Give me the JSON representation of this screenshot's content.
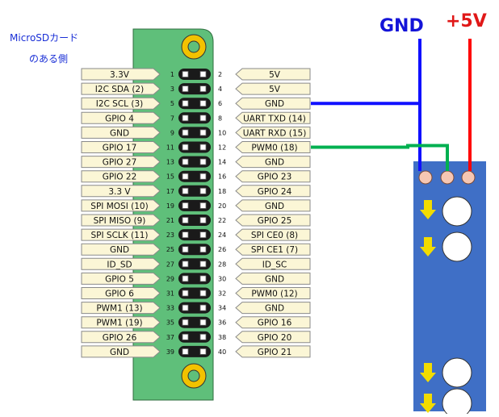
{
  "notes": {
    "sd_line1": "MicroSDカード",
    "sd_line2": "のある側",
    "gnd_label": "GND",
    "v5_label": "+5V"
  },
  "colors": {
    "board": "#5fbf7a",
    "board_edge": "#2f6e3f",
    "label_fill": "#fbf6d6",
    "label_stroke": "#8a8a8a",
    "pin_header": "#1a1a1a",
    "hole": "#f2c200",
    "strip": "#3f6fc6",
    "pad": "#f6c7b3",
    "led": "#ffffff",
    "arrow": "#f2dc00",
    "wire_gnd": "#1010ff",
    "wire_5v": "#ff0000",
    "wire_data": "#00b050"
  },
  "rows": [
    {
      "left": {
        "num": "1",
        "label": "3.3V"
      },
      "right": {
        "num": "2",
        "label": "5V"
      }
    },
    {
      "left": {
        "num": "3",
        "label": "I2C SDA (2)"
      },
      "right": {
        "num": "4",
        "label": "5V"
      }
    },
    {
      "left": {
        "num": "5",
        "label": "I2C SCL (3)"
      },
      "right": {
        "num": "6",
        "label": "GND"
      }
    },
    {
      "left": {
        "num": "7",
        "label": "GPIO 4"
      },
      "right": {
        "num": "8",
        "label": "UART TXD (14)"
      }
    },
    {
      "left": {
        "num": "9",
        "label": "GND"
      },
      "right": {
        "num": "10",
        "label": "UART RXD (15)"
      }
    },
    {
      "left": {
        "num": "11",
        "label": "GPIO 17"
      },
      "right": {
        "num": "12",
        "label": "PWM0 (18)"
      }
    },
    {
      "left": {
        "num": "13",
        "label": "GPIO 27"
      },
      "right": {
        "num": "14",
        "label": "GND"
      }
    },
    {
      "left": {
        "num": "15",
        "label": "GPIO 22"
      },
      "right": {
        "num": "16",
        "label": "GPIO 23"
      }
    },
    {
      "left": {
        "num": "17",
        "label": "3.3 V"
      },
      "right": {
        "num": "18",
        "label": "GPIO 24"
      }
    },
    {
      "left": {
        "num": "19",
        "label": "SPI MOSI (10)"
      },
      "right": {
        "num": "20",
        "label": "GND"
      }
    },
    {
      "left": {
        "num": "21",
        "label": "SPI MISO (9)"
      },
      "right": {
        "num": "22",
        "label": "GPIO 25"
      }
    },
    {
      "left": {
        "num": "23",
        "label": "SPI SCLK (11)"
      },
      "right": {
        "num": "24",
        "label": "SPI CE0 (8)"
      }
    },
    {
      "left": {
        "num": "25",
        "label": "GND"
      },
      "right": {
        "num": "26",
        "label": "SPI CE1 (7)"
      }
    },
    {
      "left": {
        "num": "27",
        "label": "ID_SD"
      },
      "right": {
        "num": "28",
        "label": "ID_SC"
      }
    },
    {
      "left": {
        "num": "29",
        "label": "GPIO 5"
      },
      "right": {
        "num": "30",
        "label": "GND"
      }
    },
    {
      "left": {
        "num": "31",
        "label": "GPIO 6"
      },
      "right": {
        "num": "32",
        "label": "PWM0 (12)"
      }
    },
    {
      "left": {
        "num": "33",
        "label": "PWM1 (13)"
      },
      "right": {
        "num": "34",
        "label": "GND"
      }
    },
    {
      "left": {
        "num": "35",
        "label": "PWM1 (19)"
      },
      "right": {
        "num": "36",
        "label": "GPIO 16"
      }
    },
    {
      "left": {
        "num": "37",
        "label": "GPIO 26"
      },
      "right": {
        "num": "38",
        "label": "GPIO 20"
      }
    },
    {
      "left": {
        "num": "39",
        "label": "GND"
      },
      "right": {
        "num": "40",
        "label": "GPIO 21"
      }
    }
  ]
}
